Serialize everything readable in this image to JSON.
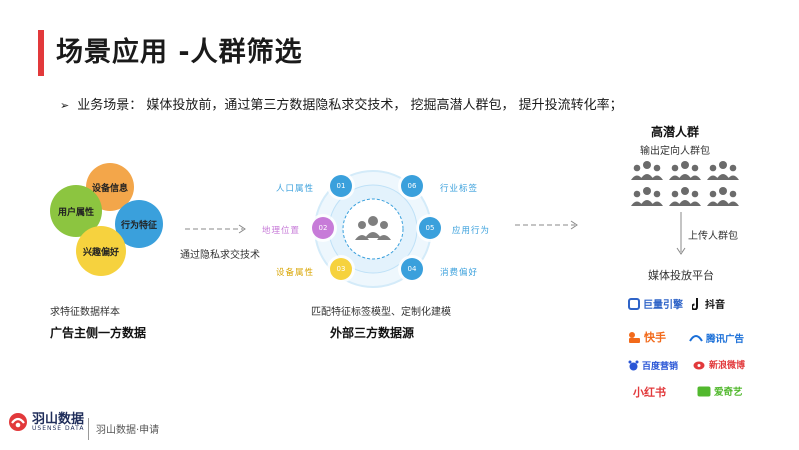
{
  "title": "场景应用 -人群筛选",
  "bullet": {
    "marker": "➢",
    "text": "业务场景： 媒体投放前，通过第三方数据隐私求交技术， 挖掘高潜人群包， 提升投流转化率；"
  },
  "first_party": {
    "circles": [
      "设备信息",
      "用户属性",
      "行为特征",
      "兴趣偏好"
    ],
    "caption": "求特征数据样本",
    "title": "广告主侧一方数据",
    "colors": [
      "#f3a64a",
      "#8cc540",
      "#3aa0dc",
      "#f6d23e"
    ]
  },
  "arrow1_label": "通过隐私求交技术",
  "third_party": {
    "nodes": [
      {
        "num": "01",
        "label": "人口属性",
        "color": "#3aa0dc"
      },
      {
        "num": "02",
        "label": "地理位置",
        "color": "#c77bd8"
      },
      {
        "num": "03",
        "label": "设备属性",
        "color": "#f6d23e"
      },
      {
        "num": "04",
        "label": "消费偏好",
        "color": "#3aa0dc"
      },
      {
        "num": "05",
        "label": "应用行为",
        "color": "#3aa0dc"
      },
      {
        "num": "06",
        "label": "行业标签",
        "color": "#3aa0dc"
      }
    ],
    "caption": "匹配特征标签模型、定制化建模",
    "title": "外部三方数据源"
  },
  "right": {
    "title": "高潜人群",
    "subtitle": "输出定向人群包",
    "upload_label": "上传人群包",
    "platform_title": "媒体投放平台",
    "platforms": [
      {
        "name": "巨量引擎",
        "icon": "ocean-engine-logo",
        "color": "#2f64c8"
      },
      {
        "name": "抖音",
        "icon": "douyin-logo",
        "color": "#111111"
      },
      {
        "name": "快手",
        "icon": "kuaishou-logo",
        "color": "#f26a1b"
      },
      {
        "name": "腾讯广告",
        "icon": "tencent-ads-logo",
        "color": "#1a6fd8"
      },
      {
        "name": "百度营销",
        "icon": "baidu-marketing-logo",
        "color": "#2a56d6"
      },
      {
        "name": "新浪微博",
        "icon": "weibo-logo",
        "color": "#e2393b"
      },
      {
        "name": "小红书",
        "icon": "xiaohongshu-logo",
        "color": "#e2393b"
      },
      {
        "name": "爱奇艺",
        "icon": "iqiyi-logo",
        "color": "#52b82e"
      }
    ]
  },
  "footer": {
    "logo_text": "羽山数据",
    "logo_sub": "USENSE DATA",
    "right_text": "羽山数据·申请"
  }
}
